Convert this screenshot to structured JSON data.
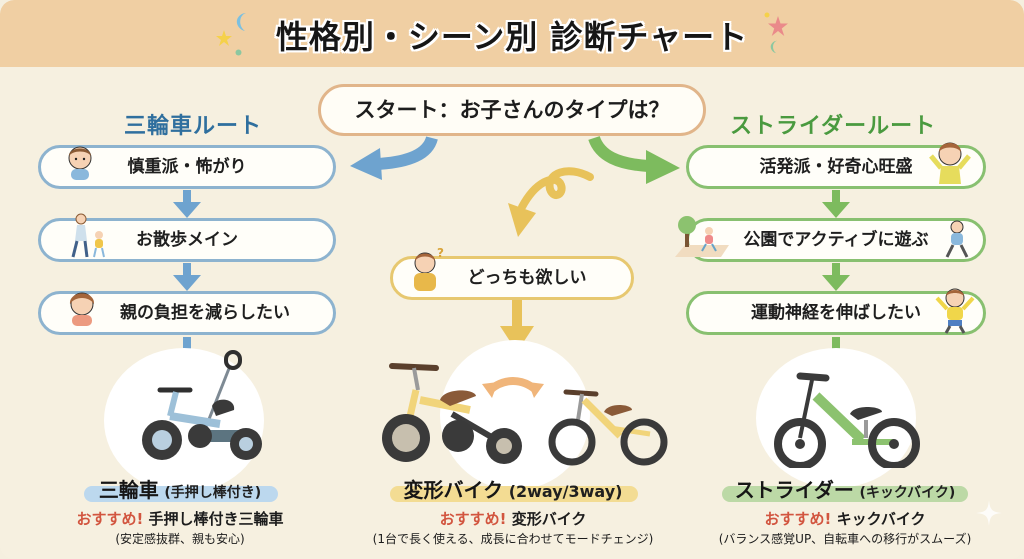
{
  "title": "性格別・シーン別 診断チャート",
  "start": {
    "label": "スタート：お子さんのタイプは？"
  },
  "colors": {
    "header_bg": "#f0cfa3",
    "page_bg": "#f6f0e0",
    "tricycle_route": "#6ea3cf",
    "strider_route": "#7dbb5e",
    "convertible_route": "#e8c25a",
    "recommend_accent": "#d2553f",
    "start_border": "#e1b58a"
  },
  "routes": {
    "tricycle": {
      "title": "三輪車ルート",
      "steps": [
        {
          "label": "慎重派・怖がり",
          "icon": "worried-child-icon"
        },
        {
          "label": "お散歩メイン",
          "icon": "parent-walking-child-icon"
        },
        {
          "label": "親の負担を減らしたい",
          "icon": "tired-parent-icon"
        }
      ],
      "result": {
        "name": "三輪車",
        "name_sub": "(手押し棒付き)",
        "recommend_badge": "おすすめ!",
        "recommend_item": "手押し棒付き三輪車",
        "note": "(安定感抜群、親も安心)",
        "image": "push-handle-tricycle-icon"
      }
    },
    "convertible": {
      "steps": [
        {
          "label": "どっちも欲しい",
          "icon": "thinking-child-icon"
        }
      ],
      "result": {
        "name": "変形バイク",
        "name_sub": "(2way/3way)",
        "recommend_badge": "おすすめ!",
        "recommend_item": "変形バイク",
        "note": "(1台で長く使える、成長に合わせてモードチェンジ)",
        "image": "convertible-bike-icon"
      }
    },
    "strider": {
      "title": "ストライダールート",
      "steps": [
        {
          "label": "活発派・好奇心旺盛",
          "icon": "cheering-child-icon"
        },
        {
          "label": "公園でアクティブに遊ぶ",
          "icon": "kids-playing-park-icon"
        },
        {
          "label": "運動神経を伸ばしたい",
          "icon": "jumping-child-icon"
        }
      ],
      "result": {
        "name": "ストライダー",
        "name_sub": "(キックバイク)",
        "recommend_badge": "おすすめ!",
        "recommend_item": "キックバイク",
        "note": "(バランス感覚UP、自転車への移行がスムーズ)",
        "image": "balance-bike-icon"
      }
    }
  }
}
